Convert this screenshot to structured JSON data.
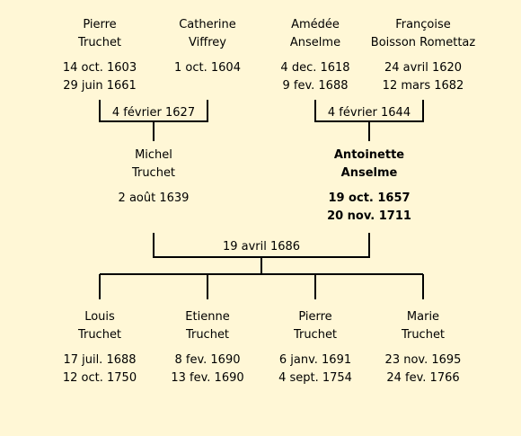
{
  "persons": [
    {
      "id": "pierre-truchet-senior",
      "name1": "Pierre",
      "name2": "Truchet",
      "birth": "14 oct. 1603",
      "death": "29 juin 1661",
      "bold": false
    },
    {
      "id": "catherine-viffrey",
      "name1": "Catherine",
      "name2": "Viffrey",
      "birth": "1 oct. 1604",
      "death": "",
      "bold": false
    },
    {
      "id": "amedee-anselme",
      "name1": "Amédée",
      "name2": "Anselme",
      "birth": "4 dec. 1618",
      "death": "9 fev. 1688",
      "bold": false
    },
    {
      "id": "francoise-boisson-romettaz",
      "name1": "Françoise",
      "name2": "Boisson Romettaz",
      "birth": "24 avril 1620",
      "death": "12 mars 1682",
      "bold": false
    },
    {
      "id": "michel-truchet",
      "name1": "Michel",
      "name2": "Truchet",
      "birth": "2 août 1639",
      "death": "",
      "bold": false
    },
    {
      "id": "antoinette-anselme",
      "name1": "Antoinette",
      "name2": "Anselme",
      "birth": "19 oct. 1657",
      "death": "20 nov. 1711",
      "bold": true
    },
    {
      "id": "louis-truchet",
      "name1": "Louis",
      "name2": "Truchet",
      "birth": "17 juil. 1688",
      "death": "12 oct. 1750",
      "bold": false
    },
    {
      "id": "etienne-truchet",
      "name1": "Etienne",
      "name2": "Truchet",
      "birth": "8 fev. 1690",
      "death": "13 fev. 1690",
      "bold": false
    },
    {
      "id": "pierre-truchet-junior",
      "name1": "Pierre",
      "name2": "Truchet",
      "birth": "6 janv. 1691",
      "death": "4 sept. 1754",
      "bold": false
    },
    {
      "id": "marie-truchet",
      "name1": "Marie",
      "name2": "Truchet",
      "birth": "23 nov. 1695",
      "death": "24 fev. 1766",
      "bold": false
    }
  ],
  "marriages": [
    {
      "id": "marriage-truchet-viffrey",
      "date": "4 février 1627"
    },
    {
      "id": "marriage-anselme-boisson",
      "date": "4 février 1644"
    },
    {
      "id": "marriage-truchet-anselme",
      "date": "19 avril 1686"
    }
  ],
  "colors": {
    "background": "#fff7d6",
    "line": "#000000"
  }
}
